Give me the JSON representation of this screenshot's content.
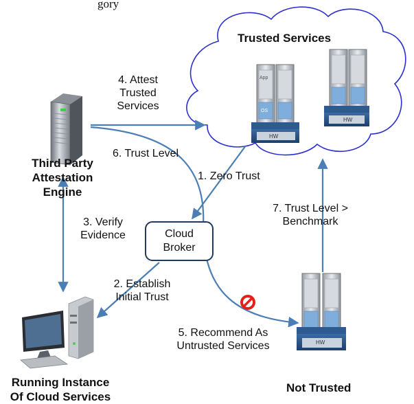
{
  "top_caption": "gory",
  "trusted_services": {
    "title": "Trusted Services"
  },
  "not_trusted": {
    "title": "Not Trusted"
  },
  "attestation_engine": {
    "line1": "Third Party",
    "line2": "Attestation",
    "line3": "Engine"
  },
  "running_instance": {
    "line1": "Running Instance",
    "line2": "Of Cloud Services"
  },
  "cloud_broker": {
    "line1": "Cloud",
    "line2": "Broker"
  },
  "server_chip": {
    "app": "App",
    "os": "OS",
    "hw": "HW"
  },
  "steps": {
    "s1": "1. Zero Trust",
    "s2_line1": "2. Establish",
    "s2_line2": "Initial Trust",
    "s3_line1": "3. Verify",
    "s3_line2": "Evidence",
    "s4_line1": "4. Attest",
    "s4_line2": "Trusted",
    "s4_line3": "Services",
    "s5_line1": "5. Recommend As",
    "s5_line2": "Untrusted Services",
    "s6": "6. Trust Level",
    "s7_line1": "7. Trust Level >",
    "s7_line2": "Benchmark"
  },
  "colors": {
    "arrow": "#4a7eb5",
    "cloud_stroke": "#2b2fd0",
    "broker_border": "#1f3a5a",
    "forbidden": "#e3211b"
  }
}
